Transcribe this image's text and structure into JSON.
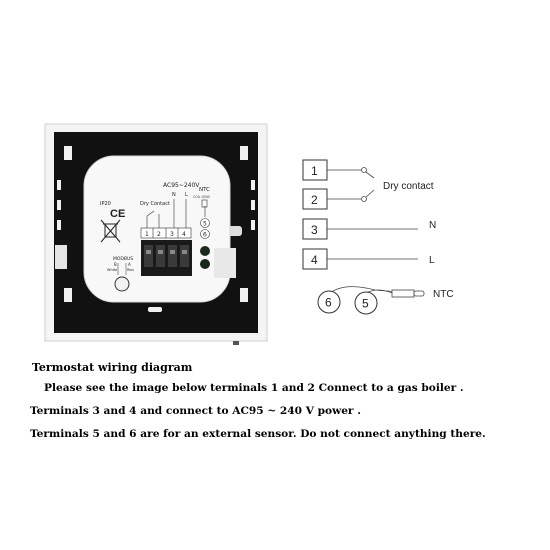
{
  "device": {
    "ip_rating": "IP20",
    "ce_mark": "CE",
    "voltage_label": "AC95~240V",
    "ntc_label": "NTC",
    "ntc_sub": "COIL SENS",
    "dry_contact_label": "Dry Contact",
    "n_label": "N",
    "l_label": "L",
    "terminals": [
      "1",
      "2",
      "3",
      "4"
    ],
    "sensor_terminals": [
      "5",
      "6"
    ],
    "modbus_label": "MODBUS",
    "modbus_b": "B",
    "modbus_a": "A",
    "modbus_white": "White",
    "modbus_red": "Red",
    "colors": {
      "frame": "#f4f4f4",
      "back_plate": "#101010",
      "module": "#f8f8f8"
    }
  },
  "schematic": {
    "boxes": [
      "1",
      "2",
      "3",
      "4"
    ],
    "dry_contact": "Dry contact",
    "n": "N",
    "l": "L",
    "sensor_circles": [
      "6",
      "5"
    ],
    "ntc": "NTC"
  },
  "caption": {
    "title": "Termostat wiring diagram",
    "line1": "Please see the image below terminals 1 and 2 Connect to a gas boiler .",
    "line2": "Terminals 3 and 4 and connect to AC95 ~ 240 V power .",
    "line3": "Terminals 5 and 6 are for an external sensor. Do not connect anything there."
  }
}
